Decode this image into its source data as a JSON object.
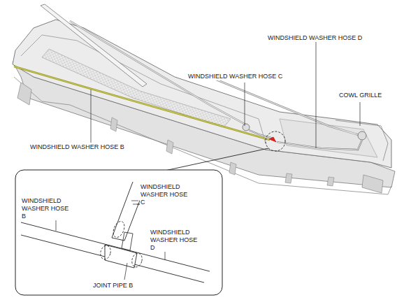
{
  "diagram": {
    "labels": [
      "WINDSHIELD WASHER HOSE D",
      "WINDSHIELD WASHER HOSE C",
      "COWL GRILLE",
      "WINDSHIELD WASHER HOSE B",
      "WINDSHIELD WASHER HOSE B",
      "WINDSHIELD WASHER HOSE C",
      "WINDSHIELD WASHER HOSE D",
      "JOINT PIPE B"
    ]
  }
}
